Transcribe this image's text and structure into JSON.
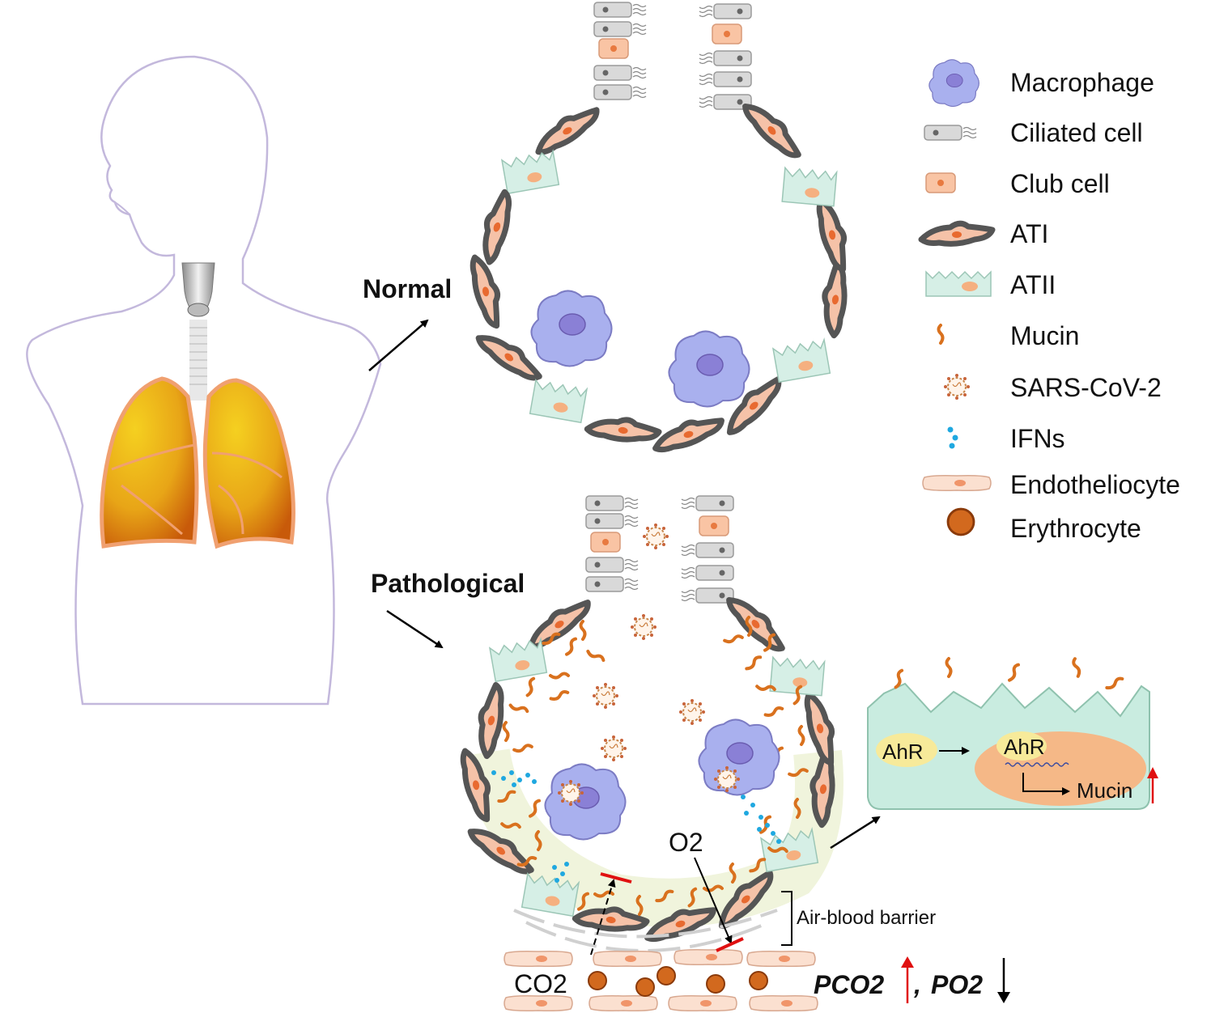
{
  "labels": {
    "normal": "Normal",
    "pathological": "Pathological",
    "air_blood_barrier": "Air-blood barrier",
    "o2": "O2",
    "co2": "CO2",
    "ahr_cytoplasm": "AhR",
    "ahr_nucleus": "AhR",
    "mucin_inset": "Mucin",
    "pco2": "PCO2",
    "comma": ",",
    "po2": "PO2"
  },
  "legend": [
    {
      "label": "Macrophage",
      "icon": "macrophage-icon"
    },
    {
      "label": "Ciliated cell",
      "icon": "ciliated-cell-icon"
    },
    {
      "label": "Club cell",
      "icon": "club-cell-icon"
    },
    {
      "label": "ATI",
      "icon": "ati-cell-icon"
    },
    {
      "label": "ATII",
      "icon": "atii-cell-icon"
    },
    {
      "label": "Mucin",
      "icon": "mucin-icon"
    },
    {
      "label": "SARS-CoV-2",
      "icon": "virus-icon"
    },
    {
      "label": "IFNs",
      "icon": "ifn-icon"
    },
    {
      "label": "Endotheliocyte",
      "icon": "endotheliocyte-icon"
    },
    {
      "label": "Erythrocyte",
      "icon": "erythrocyte-icon"
    }
  ],
  "colors": {
    "macrophage": "#a9b0ee",
    "ciliated": "#d9d9d9",
    "club": "#f9c4a4",
    "ati_border": "#5a5a5a",
    "atii": "#d6efe6",
    "mucin": "#d9711e",
    "virus": "#b87a40",
    "ifn": "#1fa8e0",
    "endothelium": "#fbe0d0",
    "erythrocyte": "#d2691e",
    "lung": "#e8a517",
    "body_outline": "#c3b8dc",
    "up_arrow": "#e01010"
  }
}
